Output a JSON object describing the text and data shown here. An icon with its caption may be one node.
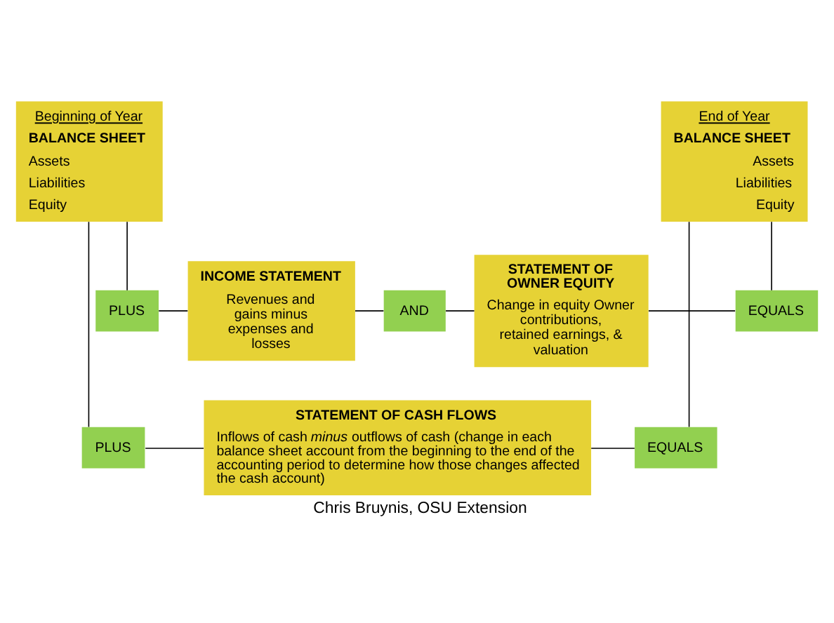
{
  "diagram": {
    "caption": "Chris Bruynis, OSU Extension",
    "nodes": [
      {
        "text": [
          "Beginning of Year",
          "BALANCE SHEET",
          "Assets",
          "Liabilities",
          "Equity"
        ]
      },
      {
        "text": [
          "PLUS"
        ]
      },
      {
        "text": [
          "INCOME STATEMENT",
          "Revenues and gains minus expenses and losses"
        ]
      },
      {
        "text": [
          "AND"
        ]
      },
      {
        "text": [
          "STATEMENT OF OWNER EQUITY",
          "Change in equity Owner contributions, retained earnings, & valuation"
        ]
      },
      {
        "text": [
          "EQUALS"
        ]
      },
      {
        "text": [
          "End of Year",
          "BALANCE SHEET",
          "Assets",
          "Liabilities",
          "Equity"
        ]
      },
      {
        "text": [
          "PLUS"
        ]
      },
      {
        "text": [
          "STATEMENT OF CASH FLOWS",
          "Inflows of cash *minus* outflows of cash (change in each balance sheet account from the beginning to the end of the accounting period to determine how those changes affected the cash account)"
        ]
      },
      {
        "text": [
          "EQUALS"
        ]
      }
    ],
    "edges": [
      {
        "from": 0,
        "to": 1,
        "arrow": "none"
      },
      {
        "from": 1,
        "to": 2,
        "arrow": "none"
      },
      {
        "from": 2,
        "to": 3,
        "arrow": "none"
      },
      {
        "from": 3,
        "to": 4,
        "arrow": "none"
      },
      {
        "from": 4,
        "to": 5,
        "arrow": "none"
      },
      {
        "from": 6,
        "to": 5,
        "arrow": "none"
      },
      {
        "from": 0,
        "to": 7,
        "arrow": "none"
      },
      {
        "from": 7,
        "to": 8,
        "arrow": "none"
      },
      {
        "from": 8,
        "to": 9,
        "arrow": "none"
      },
      {
        "from": 6,
        "to": 9,
        "arrow": "none"
      }
    ]
  }
}
